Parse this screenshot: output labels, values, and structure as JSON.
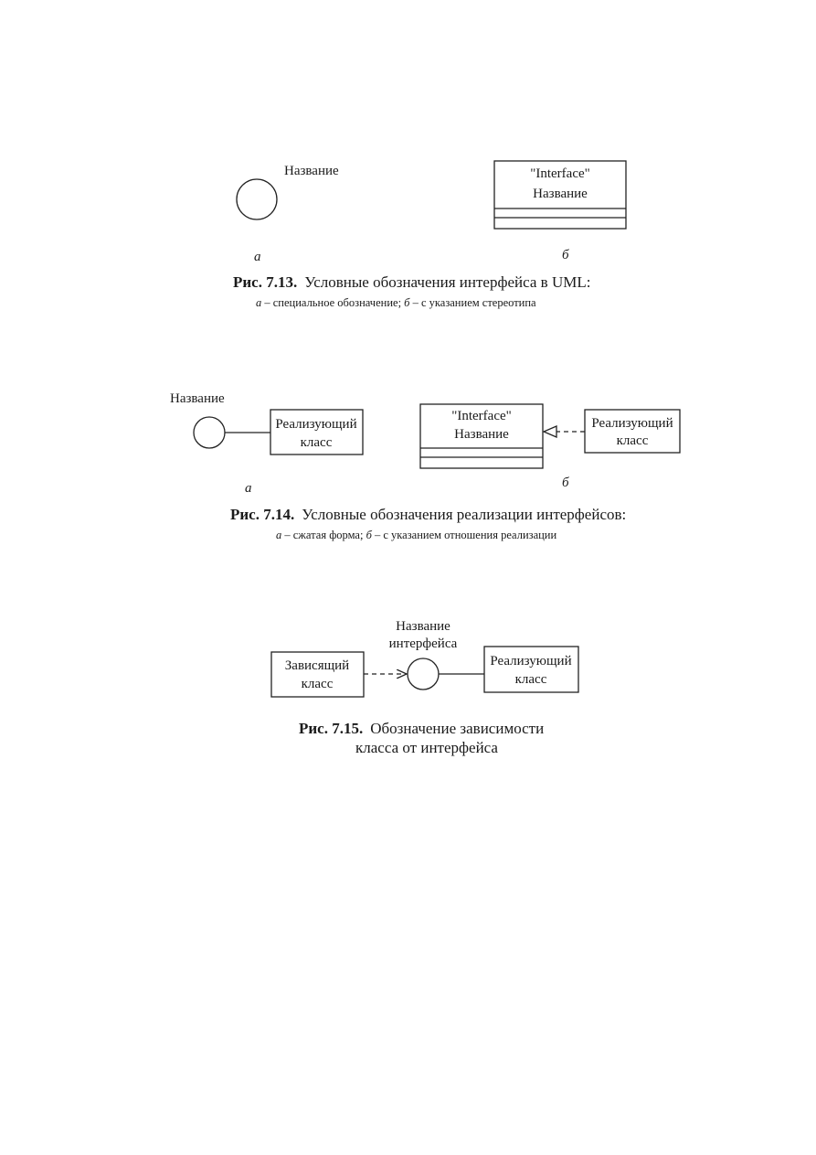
{
  "fig13": {
    "circle_name": "Название",
    "box_stereotype": "\"Interface\"",
    "box_name": "Название",
    "label_a": "а",
    "label_b": "б",
    "caption_num": "Рис. 7.13.",
    "caption_text": "Условные обозначения интерфейса в UML:",
    "note_a_letter": "а",
    "note_a_text": " – специальное обозначение; ",
    "note_b_letter": "б",
    "note_b_text": " – с указанием стереотипа"
  },
  "fig14": {
    "circle_name": "Название",
    "impl_class_line1": "Реализующий",
    "impl_class_line2": "класс",
    "box_stereotype": "\"Interface\"",
    "box_name": "Название",
    "impl_class2_line1": "Реализующий",
    "impl_class2_line2": "класс",
    "label_a": "а",
    "label_b": "б",
    "caption_num": "Рис. 7.14.",
    "caption_text": "Условные обозначения реализации интерфейсов:",
    "note_a_letter": "а",
    "note_a_text": " – сжатая форма; ",
    "note_b_letter": "б",
    "note_b_text": " – с указанием отношения реализации"
  },
  "fig15": {
    "dep_class_line1": "Зависящий",
    "dep_class_line2": "класс",
    "iface_name_line1": "Название",
    "iface_name_line2": "интерфейса",
    "impl_class_line1": "Реализующий",
    "impl_class_line2": "класс",
    "caption_num": "Рис. 7.15.",
    "caption_line1": "Обозначение зависимости",
    "caption_line2": "класса от интерфейса"
  }
}
